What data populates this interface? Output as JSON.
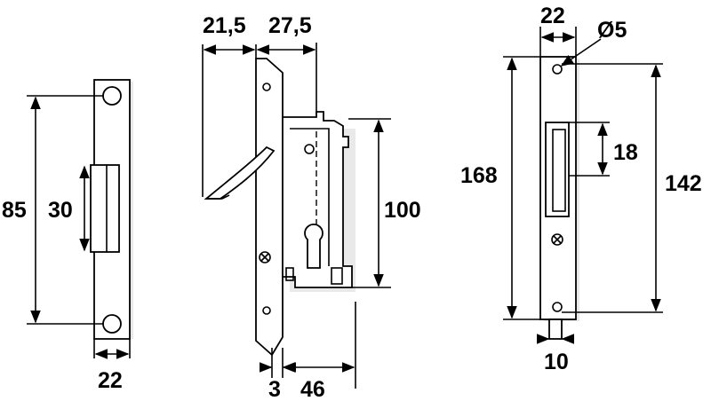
{
  "strike_plate": {
    "height": "85",
    "opening_height": "30",
    "width": "22"
  },
  "lock_side": {
    "hook_reach": "21,5",
    "body_offset": "27,5",
    "body_height": "100",
    "faceplate_thickness": "3",
    "backset": "46"
  },
  "faceplate": {
    "width": "22",
    "hole_diameter": "Ø5",
    "overall_height": "168",
    "hole_spacing": "142",
    "hook_slot_height": "18",
    "bolt_width": "10"
  }
}
